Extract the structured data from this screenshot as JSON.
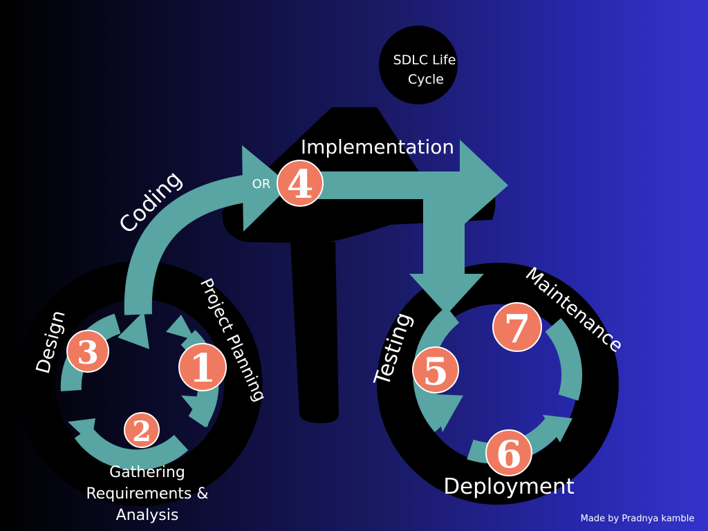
{
  "title": {
    "line1": "SDLC Life",
    "line2": "Cycle"
  },
  "colors": {
    "teal": "#58a5a3",
    "badge": "#ef7a60",
    "ring": "#000000",
    "text": "#ffffff"
  },
  "stages": [
    {
      "number": "1",
      "label": "Project Planning"
    },
    {
      "number": "2",
      "label_lines": [
        "Gathering",
        "Requirements &",
        "Analysis"
      ]
    },
    {
      "number": "3",
      "label": "Design"
    },
    {
      "number": "4",
      "label": "Implementation",
      "alt_label": "Coding",
      "connector": "OR"
    },
    {
      "number": "5",
      "label": "Testing"
    },
    {
      "number": "6",
      "label": "Deployment"
    },
    {
      "number": "7",
      "label": "Maintenance"
    }
  ],
  "credit": "Made by Pradnya kamble"
}
